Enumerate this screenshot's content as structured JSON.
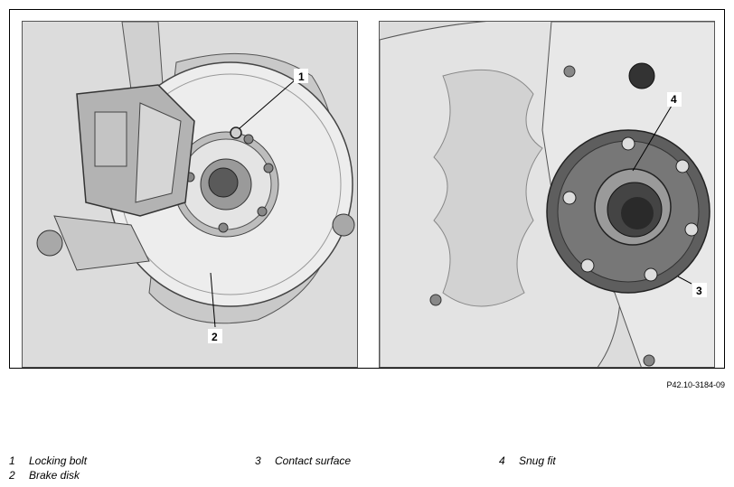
{
  "figure_ref": "P42.10-3184-09",
  "callouts": {
    "c1": "1",
    "c2": "2",
    "c3": "3",
    "c4": "4"
  },
  "legend": [
    {
      "num": "1",
      "label": "Locking bolt"
    },
    {
      "num": "2",
      "label": "Brake disk"
    },
    {
      "num": "3",
      "label": "Contact surface"
    },
    {
      "num": "4",
      "label": "Snug fit"
    }
  ]
}
